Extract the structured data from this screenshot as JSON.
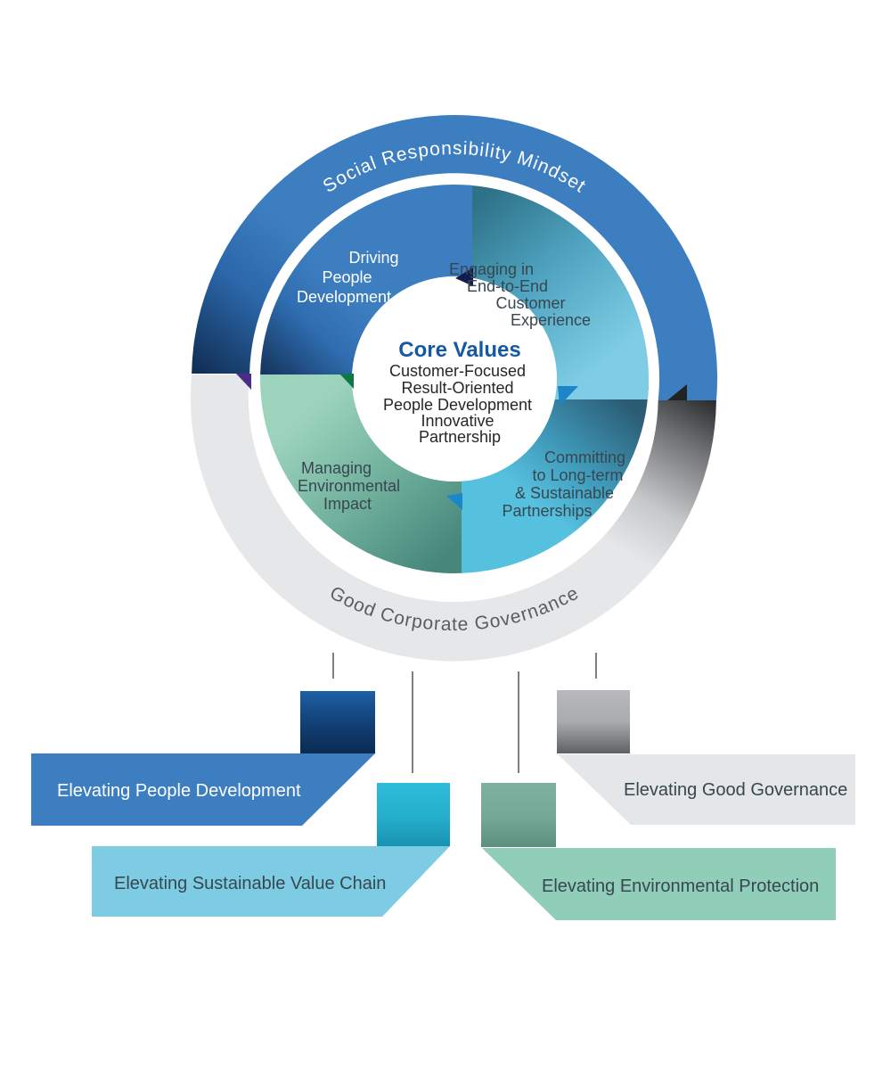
{
  "ring": {
    "top_label": "Social Responsibility Mindset",
    "bottom_label": "Good Corporate Governance"
  },
  "segments": {
    "driving": {
      "lines": [
        "Driving",
        "People",
        "Development"
      ]
    },
    "engaging": {
      "lines": [
        "Engaging in",
        "End-to-End",
        "Customer",
        "Experience"
      ]
    },
    "committing": {
      "lines": [
        "Committing",
        "to Long-term",
        "& Sustainable",
        "Partnerships"
      ]
    },
    "managing": {
      "lines": [
        "Managing",
        "Environmental",
        "Impact"
      ]
    }
  },
  "core": {
    "title": "Core Values",
    "values": [
      "Customer-Focused",
      "Result-Oriented",
      "People Development",
      "Innovative",
      "Partnership"
    ]
  },
  "banners": [
    {
      "label": "Elevating People Development"
    },
    {
      "label": "Elevating Sustainable Value Chain"
    },
    {
      "label": "Elevating Environmental Protection"
    },
    {
      "label": "Elevating Good Governance"
    }
  ],
  "colors": {
    "banner_blue": "#3D7EC1",
    "banner_light_blue": "#7DCCE3",
    "banner_mint": "#90CEB9",
    "banner_gray": "#E4E6E8",
    "square_navy": "#0A2C52",
    "square_cyan": "#2DBBDB",
    "square_sage": "#7BAD9C",
    "square_gray": "#B5B7BA",
    "fold_purple": "#4E2C85",
    "fold_green": "#0B7A43",
    "fold_navy": "#141C4F",
    "fold_bright_blue": "#1C86C8",
    "core_title_blue": "#1558A6",
    "core_text": "#262626",
    "dark_label": "#37474F",
    "white_label": "#FFFFFF",
    "arc_bottom_text": "#595D61",
    "connector_gray": "#7D7F80"
  }
}
